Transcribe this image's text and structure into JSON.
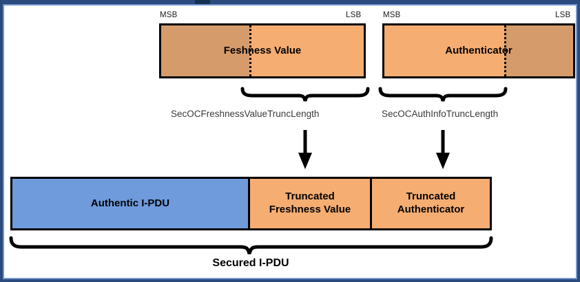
{
  "figure": {
    "title": "SecOC Secured I-PDU construction",
    "colors": {
      "frame_outer": "#2b4a7d",
      "frame_inner": "#7396cd",
      "orange_dark": "#d69b6b",
      "orange_light": "#f6ad72",
      "blue": "#6f9bdd",
      "stroke": "#000000"
    }
  },
  "top_row": {
    "freshness": {
      "msb_label": "MSB",
      "lsb_label": "LSB",
      "box_label": "Feshness Value"
    },
    "authenticator": {
      "msb_label": "MSB",
      "lsb_label": "LSB",
      "box_label": "Authenticator"
    }
  },
  "params": {
    "freshness_trunc": "SecOCFreshnessValueTruncLength",
    "auth_trunc": "SecOCAuthInfoTruncLength"
  },
  "pdu": {
    "cells": [
      {
        "label": "Authentic I-PDU",
        "color": "#6f9bdd"
      },
      {
        "label": "Truncated\nFreshness Value",
        "line1": "Truncated",
        "line2": "Freshness Value",
        "color": "#f6ad72"
      },
      {
        "label": "Truncated\nAuthenticator",
        "line1": "Truncated",
        "line2": "Authenticator",
        "color": "#f6ad72"
      }
    ],
    "summary_label": "Secured I-PDU"
  }
}
